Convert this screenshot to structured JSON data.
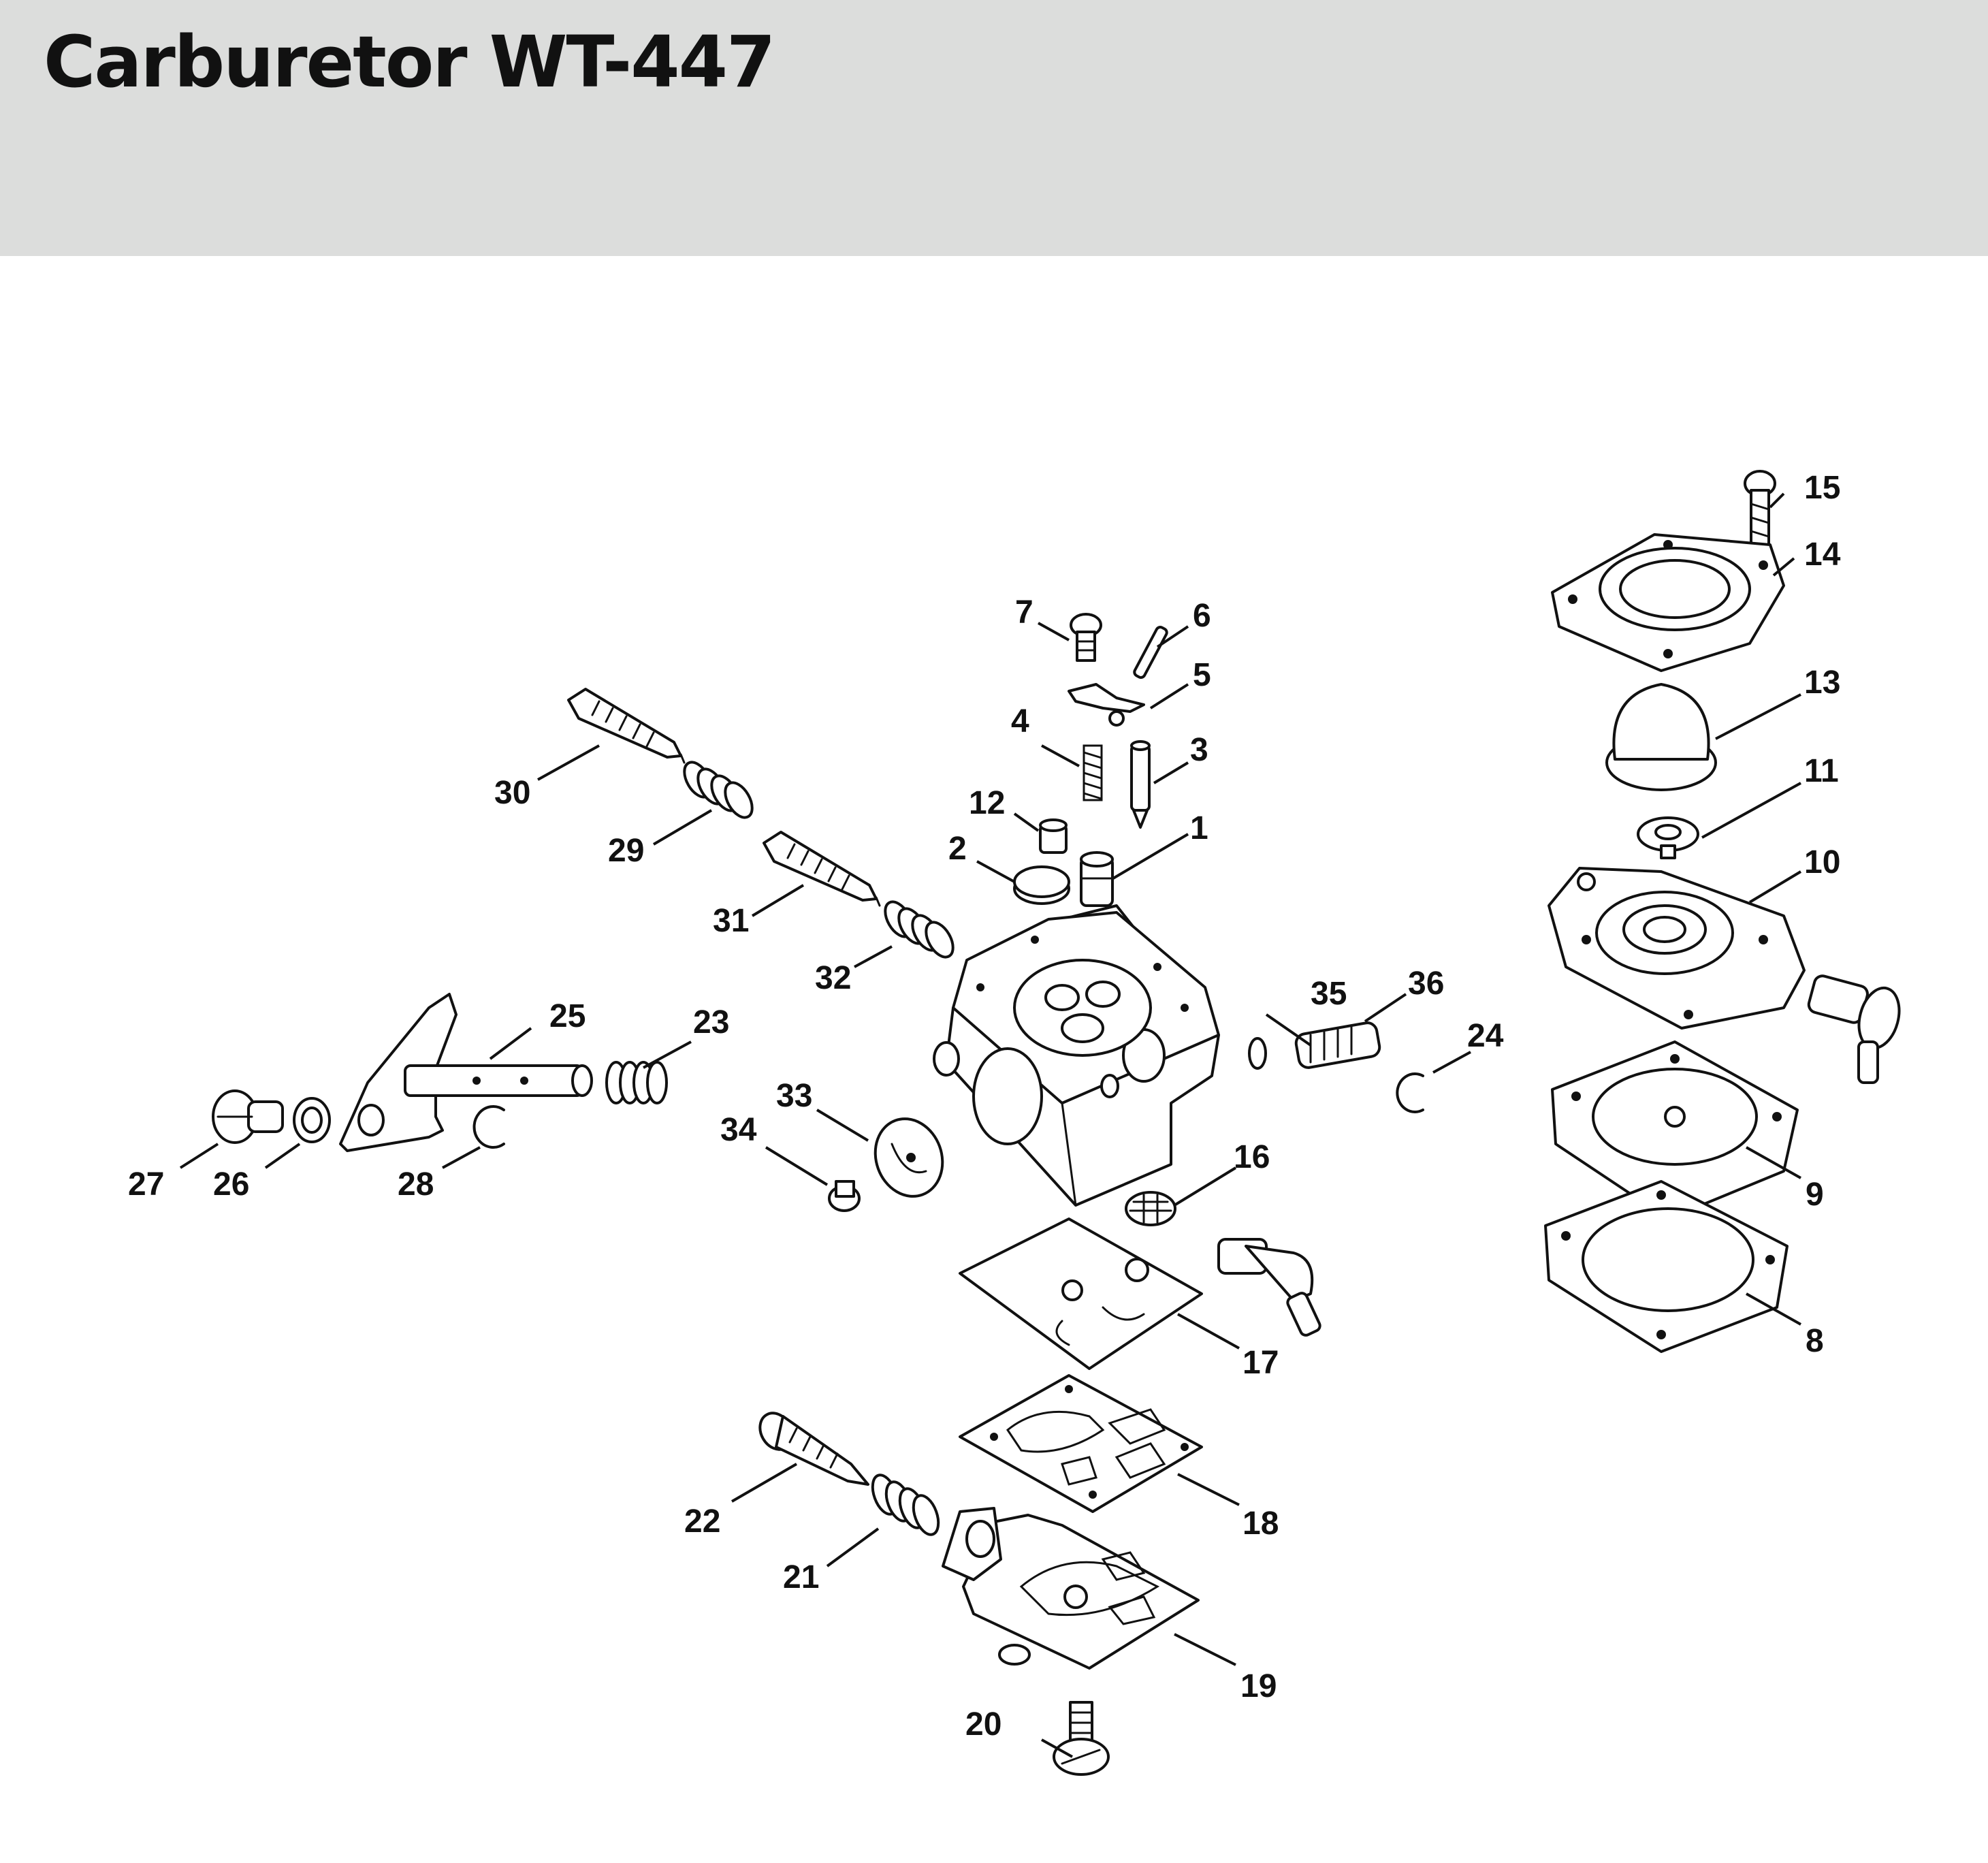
{
  "title": "Carburetor WT-447",
  "colors": {
    "header_band": "#dcdddc",
    "line_art": "#111111",
    "background": "#ffffff"
  },
  "callouts": [
    "1",
    "2",
    "3",
    "4",
    "5",
    "6",
    "7",
    "8",
    "9",
    "10",
    "11",
    "12",
    "13",
    "14",
    "15",
    "16",
    "17",
    "18",
    "19",
    "20",
    "21",
    "22",
    "23",
    "24",
    "25",
    "26",
    "27",
    "28",
    "29",
    "30",
    "31",
    "32",
    "33",
    "34",
    "35",
    "36"
  ]
}
